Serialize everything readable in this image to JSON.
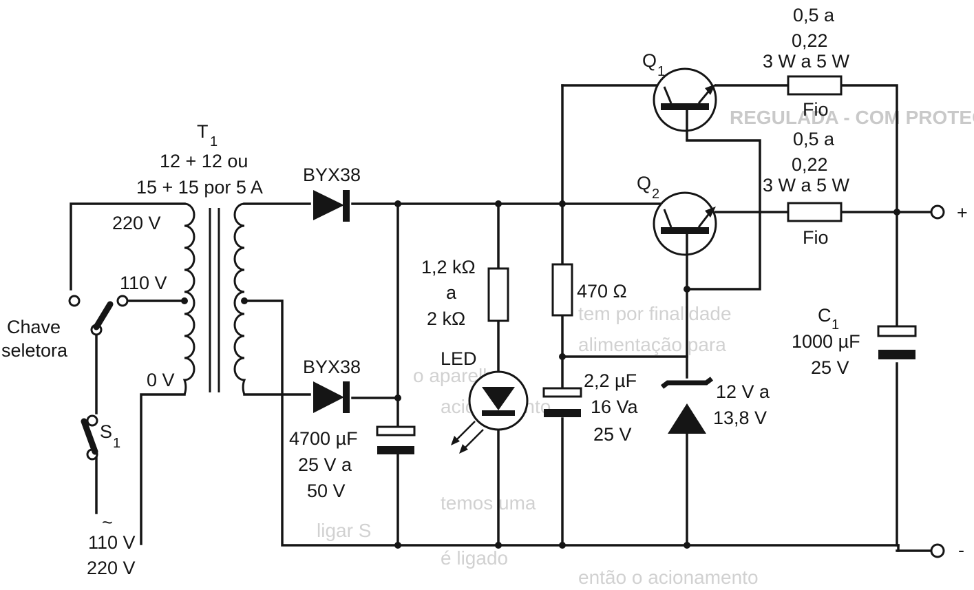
{
  "labels": {
    "t1_name": "T",
    "t1_sub": "1",
    "t1_spec1": "12 + 12 ou",
    "t1_spec2": "15 + 15 por 5 A",
    "tap_220": "220 V",
    "tap_110": "110 V",
    "tap_0": "0 V",
    "diode_top": "BYX38",
    "diode_bot": "BYX38",
    "switch_selector_1": "Chave",
    "switch_selector_2": "seletora",
    "s1_name": "S",
    "s1_sub": "1",
    "ac_symbol": "~",
    "mains_1": "110 V",
    "mains_2": "220 V",
    "cap_main_1": "4700 µF",
    "cap_main_2": "25 V a",
    "cap_main_3": "50 V",
    "res_led_1": "1,2 kΩ",
    "res_led_2": "a",
    "res_led_3": "2 kΩ",
    "led": "LED",
    "res_470": "470 Ω",
    "cap_small_1": "2,2 µF",
    "cap_small_2": "16 Va",
    "cap_small_3": "25 V",
    "zener_1": "12 V a",
    "zener_2": "13,8 V",
    "q1_name": "Q",
    "q1_sub": "1",
    "q2_name": "Q",
    "q2_sub": "2",
    "r_e1_1": "0,5 a",
    "r_e1_2": "0,22",
    "r_e1_3": "3 W a 5 W",
    "r_e1_4": "Fio",
    "r_e2_1": "0,5 a",
    "r_e2_2": "0,22",
    "r_e2_3": "3 W a 5 W",
    "r_e2_4": "Fio",
    "c1_name": "C",
    "c1_sub": "1",
    "c1_1": "1000 µF",
    "c1_2": "25 V",
    "out_plus": "+",
    "out_minus": "-"
  },
  "background_text": {
    "line1": "REGULADA - COM PROTEÇÃO FOLI - Volta Redonda",
    "line2": "tem por finalidade",
    "line3": "alimentação para",
    "line4": "o aparelho",
    "line5": "acionamento",
    "line6": "temos uma",
    "line7": "ligar S",
    "line8": "é ligado",
    "line9": "então o acionamento"
  },
  "icons": [
    "transformer-icon",
    "diode-icon",
    "zener-icon",
    "led-icon",
    "npn-transistor-icon",
    "resistor-icon",
    "capacitor-icon",
    "switch-icon",
    "terminal-icon"
  ]
}
